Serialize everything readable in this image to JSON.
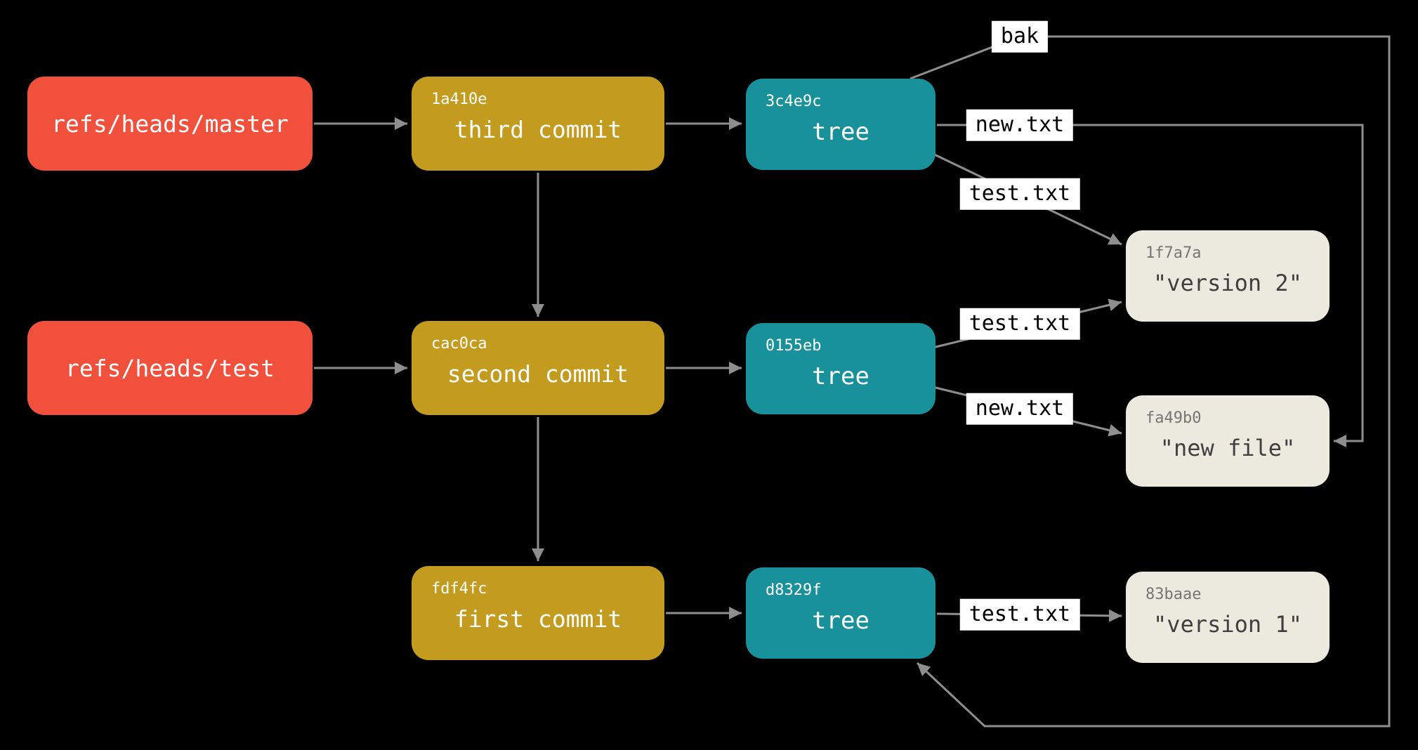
{
  "diagram": {
    "background": "#000000",
    "colors": {
      "background": "#000000",
      "ref-bg": "#F0503C",
      "ref-text": "#FFFFFF",
      "commit-bg": "#C39B1E",
      "commit-text": "#FFFFFF",
      "tree-bg": "#19919A",
      "tree-text": "#FFFFFF",
      "blob-bg": "#ECE9DF",
      "blob-hash": "#757575",
      "blob-text": "#3F3F3F",
      "arrow": "#8E8E8E",
      "label-bg": "#FFFFFF",
      "label-text": "#000000"
    },
    "refs": [
      {
        "label": "refs/heads/master"
      },
      {
        "label": "refs/heads/test"
      }
    ],
    "commits": [
      {
        "hash": "1a410e",
        "label": "third commit"
      },
      {
        "hash": "cac0ca",
        "label": "second commit"
      },
      {
        "hash": "fdf4fc",
        "label": "first commit"
      }
    ],
    "trees": [
      {
        "hash": "3c4e9c",
        "label": "tree"
      },
      {
        "hash": "0155eb",
        "label": "tree"
      },
      {
        "hash": "d8329f",
        "label": "tree"
      }
    ],
    "blobs": [
      {
        "hash": "1f7a7a",
        "label": "\"version 2\""
      },
      {
        "hash": "fa49b0",
        "label": "\"new file\""
      },
      {
        "hash": "83baae",
        "label": "\"version 1\""
      }
    ],
    "edge_labels": [
      "bak",
      "new.txt",
      "test.txt",
      "test.txt",
      "new.txt",
      "test.txt"
    ]
  }
}
